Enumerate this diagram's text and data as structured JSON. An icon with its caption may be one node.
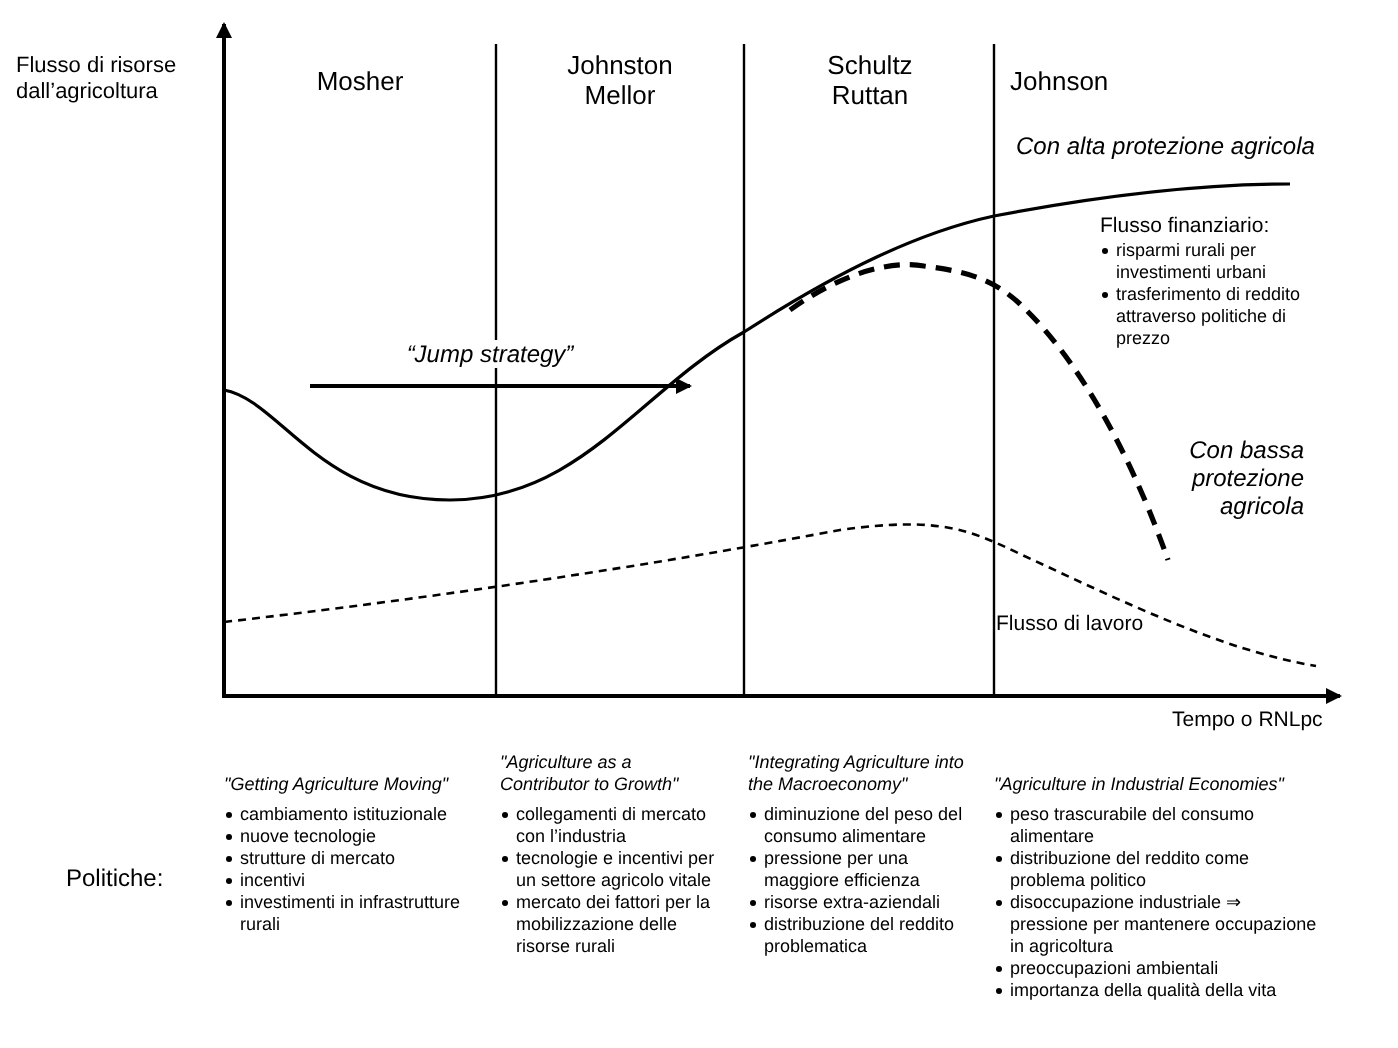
{
  "diagram": {
    "labels": [
      "Flusso di risorse dall’agricoltura",
      "Mosher",
      "Johnston Mellor",
      "Schultz Ruttan",
      "Johnson",
      "Con alta protezione agricola",
      "Flusso finanziario:",
      "risparmi rurali per investimenti urbani",
      "trasferimento di reddito attraverso politiche di prezzo",
      "“Jump strategy”",
      "Con bassa protezione agricola",
      "Flusso di lavoro",
      "Tempo o RNLpc",
      "Politiche:",
      "\"Getting Agriculture Moving\"",
      "cambiamento istituzionale",
      "nuove tecnologie",
      "strutture di mercato",
      "incentivi",
      "investimenti in infrastrutture rurali",
      "\"Agriculture as a Contributor to Growth\"",
      "collegamenti di mercato con l’industria",
      "tecnologie e incentivi per un settore agricolo vitale",
      "mercato dei fattori per la mobilizzazione delle risorse rurali",
      "\"Integrating Agriculture into the Macroeconomy\"",
      "diminuzione del peso del consumo alimentare",
      "pressione per una maggiore efficienza",
      "risorse extra-aziendali",
      "distribuzione del reddito problematica",
      "\"Agriculture in Industrial Economies\"",
      "peso trascurabile del consumo alimentare",
      "distribuzione del reddito come problema politico",
      "disoccupazione industriale ⇒ pressione per mantenere occupazione in agricoltura",
      "preoccupazioni ambientali",
      "importanza della qualità della vita"
    ]
  }
}
